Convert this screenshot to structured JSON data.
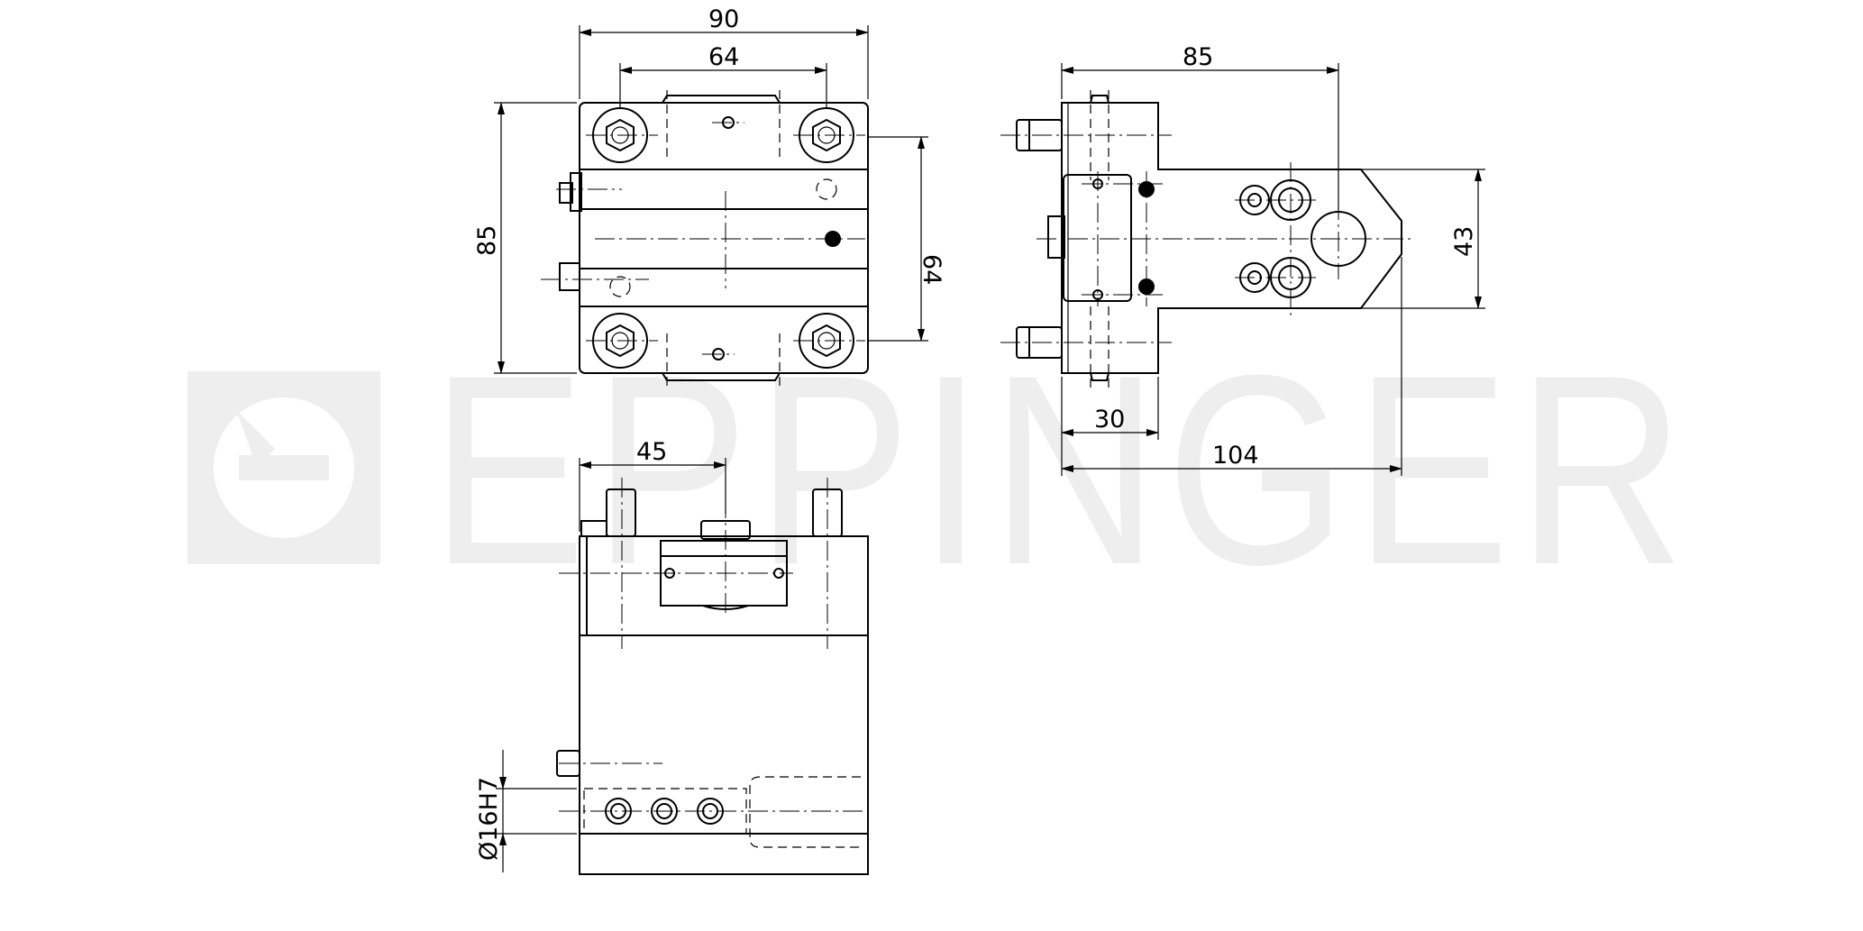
{
  "watermark": {
    "brand": "EPPINGER",
    "color": "#eeeeee"
  },
  "dimensions": {
    "top_view": {
      "overall_width": "90",
      "bolt_spacing": "64",
      "overall_height": "85",
      "hole_spacing_vertical": "64"
    },
    "side_view": {
      "length_to_axis": "85",
      "height_front": "43",
      "flange_width": "30",
      "overall_length": "104"
    },
    "front_view": {
      "offset": "45",
      "bore": "Ø16H7"
    }
  },
  "colors": {
    "line": "#000000",
    "background": "#ffffff"
  }
}
